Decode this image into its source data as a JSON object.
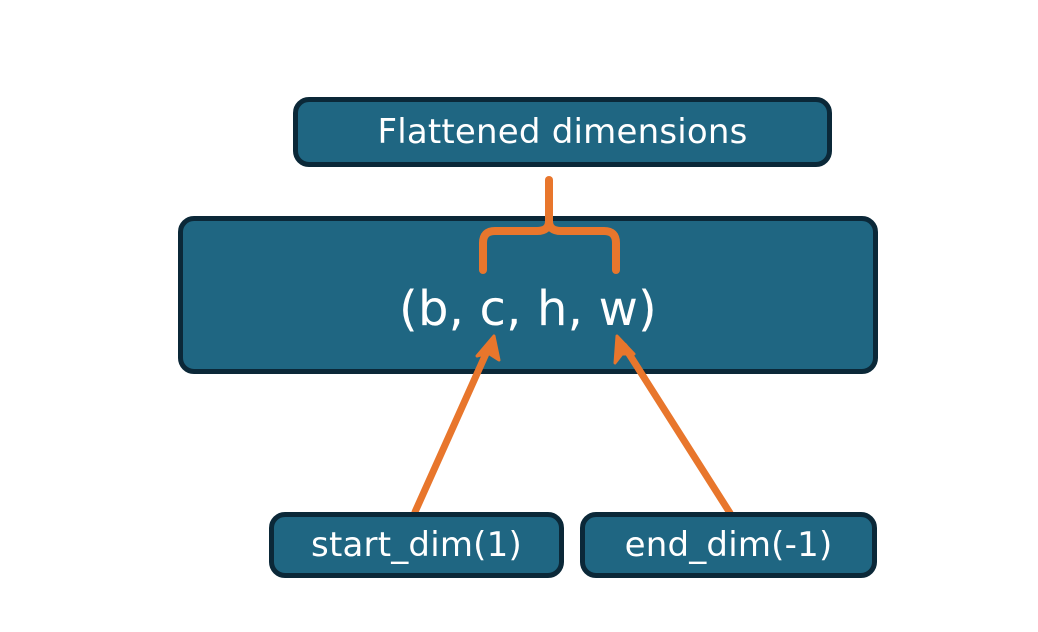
{
  "diagram": {
    "title_node": {
      "label": "Flattened dimensions",
      "name": "flattened-dimensions-node"
    },
    "shape_node": {
      "label": "(b, c, h, w)",
      "name": "tensor-shape-node"
    },
    "start_node": {
      "label": "start_dim(1)",
      "name": "start-dim-node"
    },
    "end_node": {
      "label": "end_dim(-1)",
      "name": "end-dim-node"
    },
    "connectors": {
      "brace": "curly-brace-connector",
      "start_arrow": "start-dim-arrow",
      "end_arrow": "end-dim-arrow"
    },
    "colors": {
      "node_fill": "#1f6682",
      "node_border": "#0b2838",
      "node_text": "#ffffff",
      "accent_orange": "#e8762c",
      "background": "#ffffff"
    }
  }
}
